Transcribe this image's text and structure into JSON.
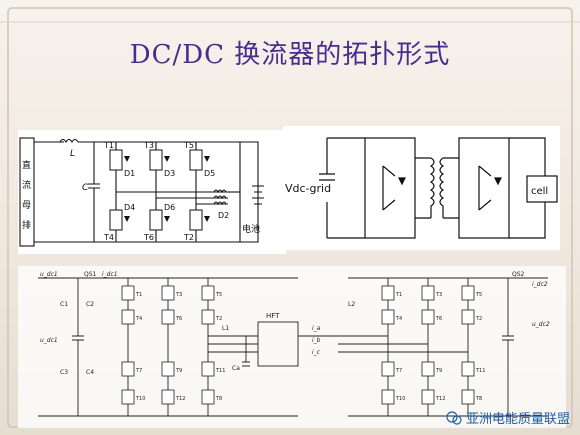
{
  "slide": {
    "title": "DC/DC 换流器的拓扑形式",
    "watermark": "亚洲电能质量联盟"
  },
  "fig1": {
    "bus_label_chars": [
      "直",
      "流",
      "母",
      "排"
    ],
    "inductor": "L",
    "capacitor": "C",
    "switches": [
      "T1",
      "T3",
      "T5",
      "T4",
      "T6",
      "T2"
    ],
    "diodes": [
      "D1",
      "D3",
      "D5",
      "D4",
      "D6",
      "D2"
    ],
    "battery": "电池"
  },
  "fig2": {
    "source": "Vdc-grid",
    "load": "cell"
  },
  "fig3": {
    "labels": {
      "udc1": "u_dc1",
      "idc1": "i_dc1",
      "qs1": "QS1",
      "c1": "C1",
      "c2": "C2",
      "ua1": "u_dc1",
      "c3": "C3",
      "c4": "C4",
      "l1": "L1",
      "ca": "Ca",
      "hft": "HFT",
      "l2": "L2",
      "qs2": "QS2",
      "udc2": "u_dc2",
      "idc2": "i_dc2",
      "i_a": "i_a",
      "i_b": "i_b",
      "i_c": "i_c"
    },
    "left_switches": [
      "T1",
      "T3",
      "T5",
      "T4",
      "T6",
      "T2",
      "T7",
      "T9",
      "T11",
      "T10",
      "T12",
      "T8"
    ],
    "right_switches": [
      "T1",
      "T3",
      "T5",
      "T4",
      "T6",
      "T2",
      "T7",
      "T9",
      "T11",
      "T10",
      "T12",
      "T8"
    ]
  },
  "colors": {
    "title": "#4b2b8c",
    "watermark": "#1f5fa8",
    "line": "#111111",
    "frame": "#cfc3b3"
  }
}
